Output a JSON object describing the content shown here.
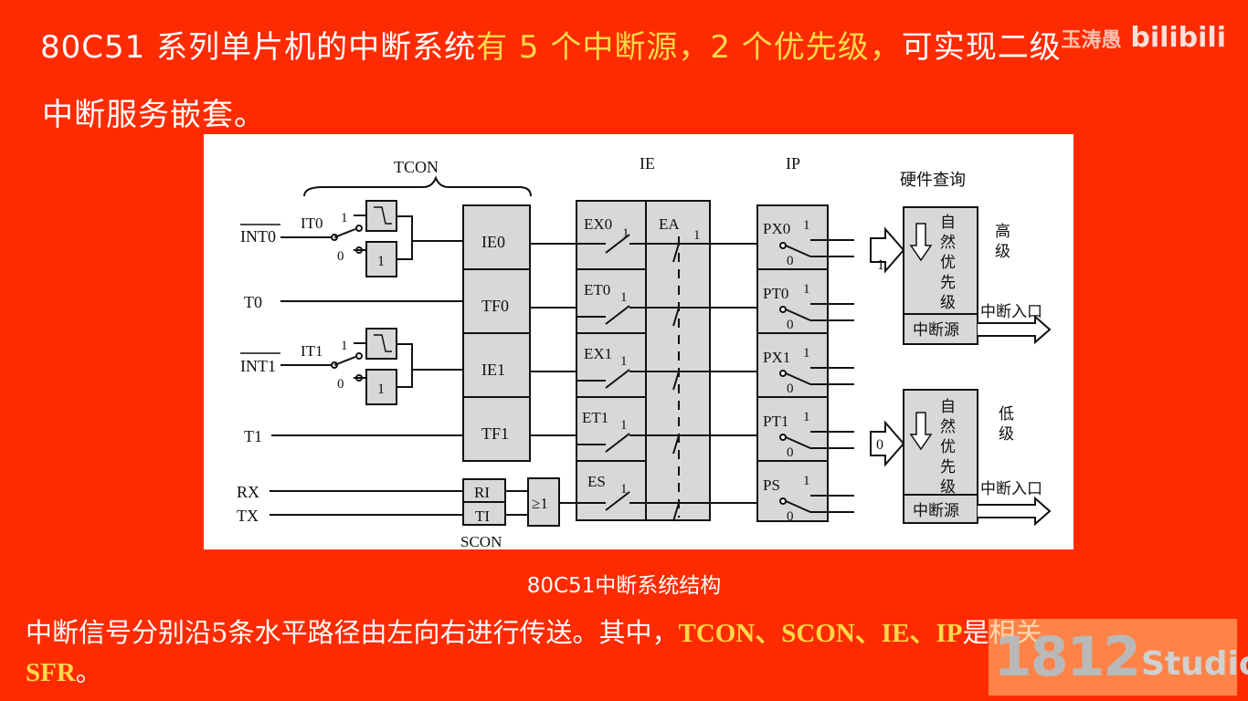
{
  "header": {
    "line1_a": "80C51 系列单片机的中断系统",
    "line1_b": "有 5 个中断源，2 个优先级，",
    "line1_c": "可实现二级",
    "line2": "中断服务嵌套。"
  },
  "watermark": {
    "signature": "玉涛愚",
    "brand": "bilibili"
  },
  "diagram": {
    "groups": {
      "tcon": "TCON",
      "ie": "IE",
      "ip": "IP",
      "scon": "SCON",
      "hw": "硬件查询"
    },
    "inputs": {
      "int0": "INT0",
      "t0": "T0",
      "int1": "INT1",
      "t1": "T1",
      "rx": "RX",
      "tx": "TX"
    },
    "it0": "IT0",
    "it1": "IT1",
    "one": "1",
    "zero": "0",
    "flags": {
      "ie0": "IE0",
      "tf0": "TF0",
      "ie1": "IE1",
      "tf1": "TF1",
      "ri": "RI",
      "ti": "TI"
    },
    "or_gate": "≥1",
    "ie_bits": {
      "ex0": "EX0",
      "et0": "ET0",
      "ex1": "EX1",
      "et1": "ET1",
      "es": "ES",
      "ea": "EA"
    },
    "ip_bits": {
      "px0": "PX0",
      "pt0": "PT0",
      "px1": "PX1",
      "pt1": "PT1",
      "ps": "PS"
    },
    "natural_priority": "自然优先级",
    "int_source": "中断源",
    "high_level": "高级",
    "low_level": "低级",
    "entry": "中断入口",
    "arrow_high": "1",
    "arrow_low": "0"
  },
  "caption": "80C51中断系统结构",
  "body": {
    "p1": "中断信号分别沿5条水平路径由左向右进行传送。其中，",
    "kw1": "TCON、SCON、IE、IP",
    "p2": "是相关",
    "kw2": "SFR",
    "p3": "。"
  },
  "studio": {
    "number": "1812",
    "name": "Studio"
  }
}
